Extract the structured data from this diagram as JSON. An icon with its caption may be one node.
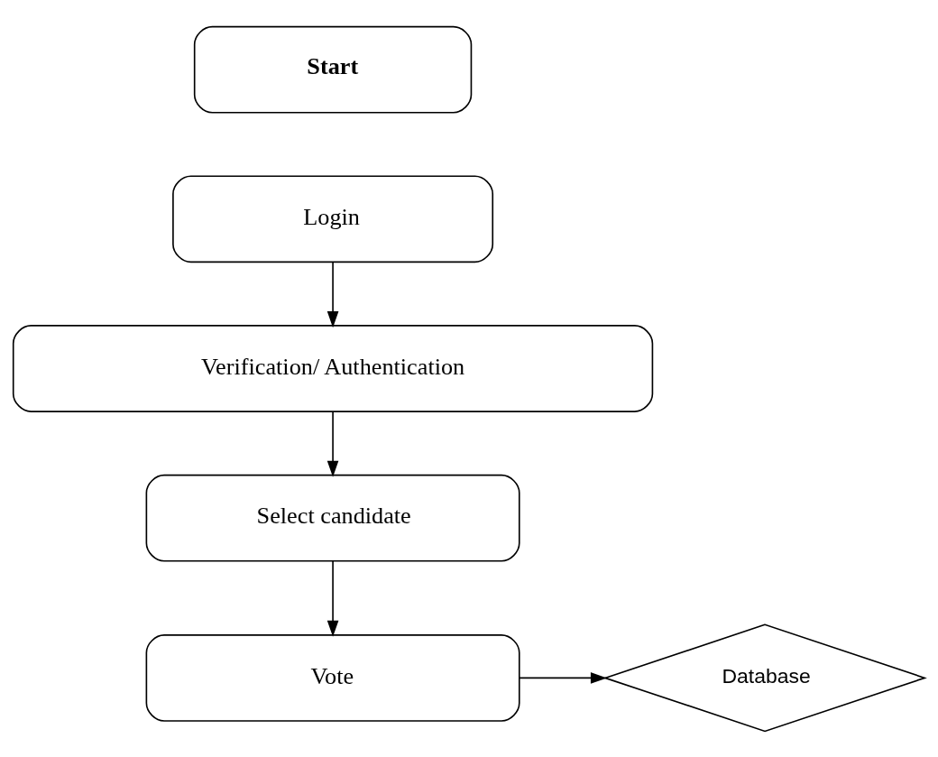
{
  "diagram": {
    "nodes": [
      {
        "text": [
          "Start"
        ]
      },
      {
        "text": [
          "Login"
        ]
      },
      {
        "text": [
          "Verification/ Authentication"
        ]
      },
      {
        "text": [
          "Select candidate"
        ]
      },
      {
        "text": [
          "Vote"
        ]
      },
      {
        "text": [
          "Database"
        ]
      }
    ],
    "edges": [
      {
        "from": 1,
        "to": 2,
        "arrow": "to"
      },
      {
        "from": 2,
        "to": 3,
        "arrow": "to"
      },
      {
        "from": 3,
        "to": 4,
        "arrow": "to"
      },
      {
        "from": 4,
        "to": 5,
        "arrow": "to"
      }
    ]
  }
}
